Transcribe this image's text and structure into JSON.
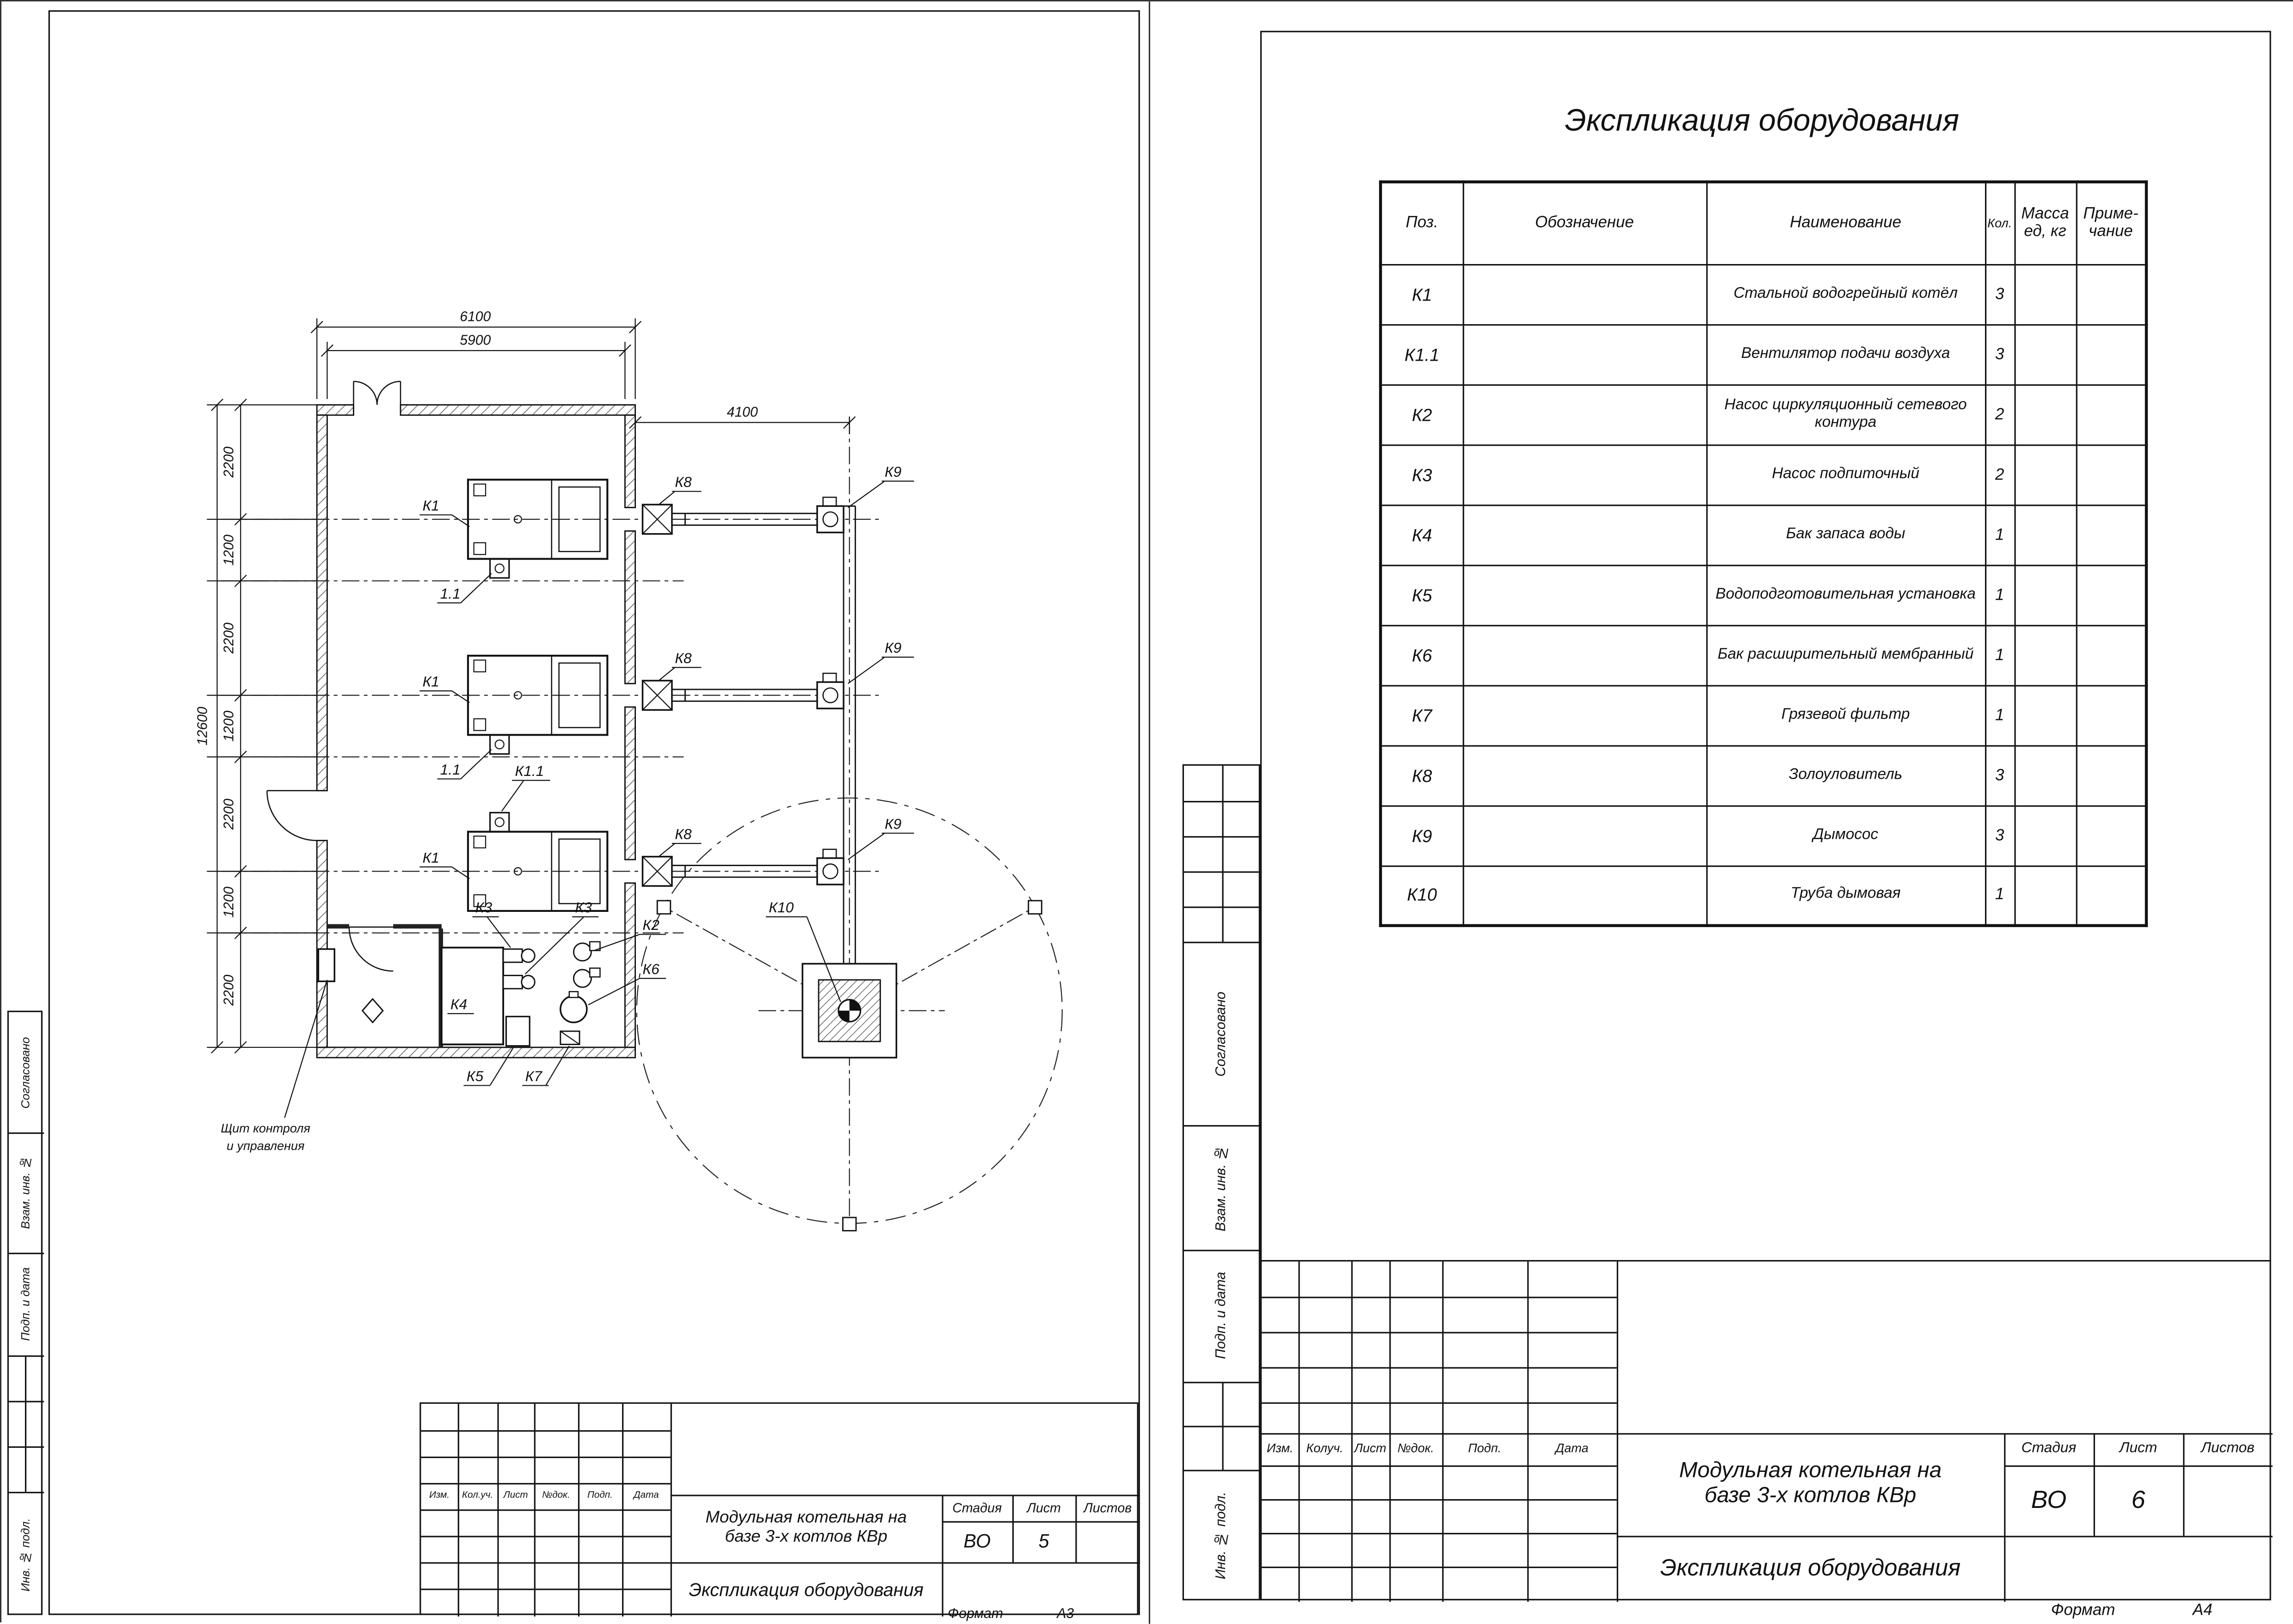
{
  "left_sheet": {
    "margin_labels": [
      "Согласовано",
      "Взам. инв. №",
      "Подп. и дата",
      "Инв. № подл."
    ],
    "plan": {
      "dim_top_outer": "6100",
      "dim_top_inner": "5900",
      "dim_right": "4100",
      "dim_left_total": "12600",
      "dim_segments": [
        "2200",
        "1200",
        "2200",
        "1200",
        "2200",
        "1200",
        "2200"
      ],
      "labels": {
        "k1": "К1",
        "fan": "1.1",
        "fan_full": "К1.1",
        "k2": "К2",
        "k3": "К3",
        "k4": "К4",
        "k5": "К5",
        "k6": "К6",
        "k7": "К7",
        "k8": "К8",
        "k9": "К9",
        "k10": "К10",
        "panel_line1": "Щит контроля",
        "panel_line2": "и управления"
      }
    },
    "title_block": {
      "labels_row": [
        "Изм.",
        "Кол.уч.",
        "Лист",
        "№док.",
        "Подп.",
        "Дата"
      ],
      "project_line1": "Модульная котельная на",
      "project_line2": "базе 3-х котлов КВр",
      "stage_label": "Стадия",
      "sheet_label": "Лист",
      "sheets_label": "Листов",
      "stage": "ВО",
      "sheet": "5",
      "doc_title": "Экспликация оборудования"
    },
    "format_label": "Формат",
    "format_value": "А3"
  },
  "right_sheet": {
    "margin_labels": [
      "Согласовано",
      "Взам. инв. №",
      "Подп. и дата",
      "Инв. № подл."
    ],
    "title": "Экспликация оборудования",
    "table": {
      "headers": {
        "pos": "Поз.",
        "designation": "Обозначение",
        "name": "Наименование",
        "qty": "Кол.",
        "mass_l1": "Масса",
        "mass_l2": "ед, кг",
        "note_l1": "Приме-",
        "note_l2": "чание"
      },
      "rows": [
        {
          "pos": "К1",
          "name": "Стальной водогрейный котёл",
          "qty": "3"
        },
        {
          "pos": "К1.1",
          "name": "Вентилятор подачи воздуха",
          "qty": "3"
        },
        {
          "pos": "К2",
          "name": "Насос циркуляционный сетевого контура",
          "qty": "2"
        },
        {
          "pos": "К3",
          "name": "Насос подпиточный",
          "qty": "2"
        },
        {
          "pos": "К4",
          "name": "Бак запаса воды",
          "qty": "1"
        },
        {
          "pos": "К5",
          "name": "Водоподготовительная установка",
          "qty": "1"
        },
        {
          "pos": "К6",
          "name": "Бак расширительный мембранный",
          "qty": "1"
        },
        {
          "pos": "К7",
          "name": "Грязевой фильтр",
          "qty": "1"
        },
        {
          "pos": "К8",
          "name": "Золоуловитель",
          "qty": "3"
        },
        {
          "pos": "К9",
          "name": "Дымосос",
          "qty": "3"
        },
        {
          "pos": "К10",
          "name": "Труба дымовая",
          "qty": "1"
        }
      ]
    },
    "title_block": {
      "labels_row": [
        "Изм.",
        "Колуч.",
        "Лист",
        "№док.",
        "Подп.",
        "Дата"
      ],
      "project_line1": "Модульная котельная на",
      "project_line2": "базе 3-х котлов КВр",
      "stage_label": "Стадия",
      "sheet_label": "Лист",
      "sheets_label": "Листов",
      "stage": "ВО",
      "sheet": "6",
      "doc_title": "Экспликация оборудования"
    },
    "format_label": "Формат",
    "format_value": "А4"
  }
}
